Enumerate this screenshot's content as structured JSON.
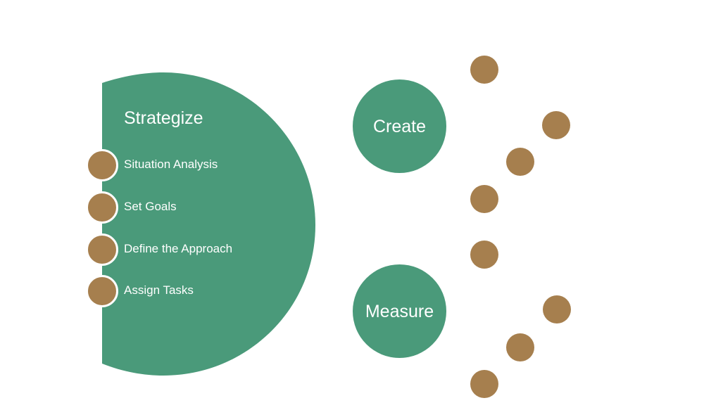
{
  "colors": {
    "green": "#4a9a7a",
    "brown": "#a67f4e",
    "text": "#ffffff",
    "background": "#ffffff"
  },
  "strategize": {
    "title": "Strategize",
    "steps": [
      {
        "label": "Situation Analysis"
      },
      {
        "label": "Set Goals"
      },
      {
        "label": "Define the Approach"
      },
      {
        "label": "Assign Tasks"
      }
    ]
  },
  "phases": [
    {
      "label": "Create"
    },
    {
      "label": "Measure"
    }
  ]
}
